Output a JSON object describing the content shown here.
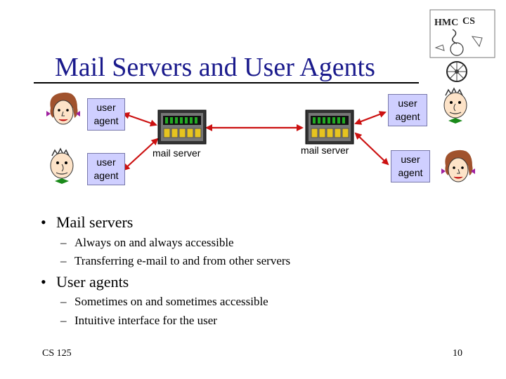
{
  "slide": {
    "title": "Mail Servers and User Agents",
    "footer_left": "CS 125",
    "page_number": "10"
  },
  "diagram": {
    "user_agent_label": "user agent",
    "ua_line1": "user",
    "ua_line2": "agent",
    "mail_server_label": "mail server"
  },
  "logo": {
    "text_left": "HMC",
    "text_right": "CS"
  },
  "bullets": [
    {
      "text": "Mail servers",
      "subitems": [
        "Always on and always accessible",
        "Transferring e-mail to and from other servers"
      ]
    },
    {
      "text": "User agents",
      "subitems": [
        "Sometimes on and sometimes accessible",
        "Intuitive interface for the user"
      ]
    }
  ],
  "colors": {
    "title": "#1a1a8c",
    "ua_box": "#cfcfff",
    "arrow": "#cc1111",
    "server_slot": "#22aa22",
    "server_bay": "#e6c41f"
  }
}
